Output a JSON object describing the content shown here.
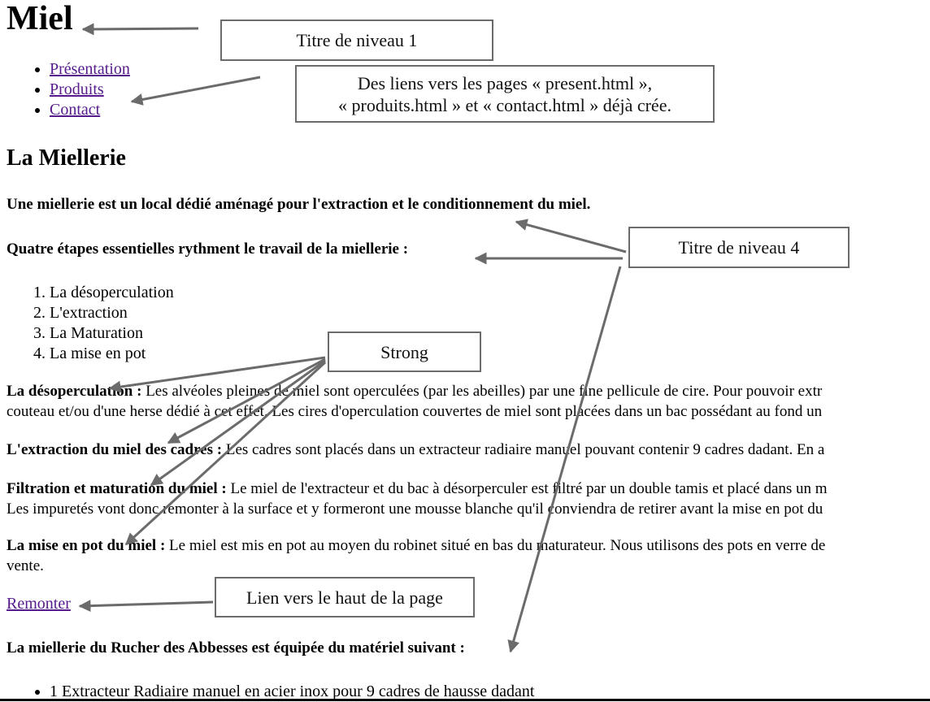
{
  "page": {
    "title": "Miel",
    "nav": [
      {
        "label": "Présentation"
      },
      {
        "label": "Produits"
      },
      {
        "label": "Contact"
      }
    ],
    "section_title": "La Miellerie",
    "intro": "Une miellerie est un local dédié aménagé pour l'extraction et le conditionnement du miel.",
    "steps_heading": "Quatre étapes essentielles rythment le travail de la miellerie :",
    "steps": [
      "La désoperculation",
      "L'extraction",
      "La Maturation",
      "La mise en pot"
    ],
    "paragraphs": [
      {
        "strong": "La désoperculation :",
        "line1": " Les alvéoles pleines de miel sont operculées (par les abeilles) par une fine pellicule de cire. Pour pouvoir extr",
        "line2": "couteau et/ou d'une herse dédié à cet effet. Les cires d'operculation couvertes de miel sont placées dans un bac possédant au fond un"
      },
      {
        "strong": "L'extraction du miel des cadres :",
        "line1": " Les cadres sont placés dans un extracteur radiaire manuel pouvant contenir 9 cadres dadant. En a",
        "line2": ""
      },
      {
        "strong": "Filtration et maturation du miel :",
        "line1": " Le miel de l'extracteur et du bac à désorperculer est filtré par un double tamis et placé dans un m",
        "line2": "Les impuretés vont donc remonter à la surface et y formeront une mousse blanche qu'il conviendra de retirer avant la mise en pot du"
      },
      {
        "strong": "La mise en pot du miel :",
        "line1": " Le miel est mis en pot au moyen du robinet situé en bas du maturateur. Nous utilisons des pots en verre de",
        "line2": "vente."
      }
    ],
    "back_to_top": "Remonter",
    "equipment_heading": "La miellerie du Rucher des Abbesses est équipée du matériel suivant :",
    "equipment": [
      "1 Extracteur Radiaire manuel en acier inox pour 9 cadres de hausse dadant"
    ]
  },
  "annotations": {
    "h1": "Titre de niveau 1",
    "links_line1": "Des liens vers les pages « present.html »,",
    "links_line2": "« produits.html » et « contact.html » déjà crée.",
    "h4": "Titre de niveau 4",
    "strong": "Strong",
    "top_link": "Lien vers le haut de la page"
  },
  "colors": {
    "link": "#551a8b",
    "annotation_border": "#6b6b6b",
    "arrow": "#6b6b6b"
  }
}
